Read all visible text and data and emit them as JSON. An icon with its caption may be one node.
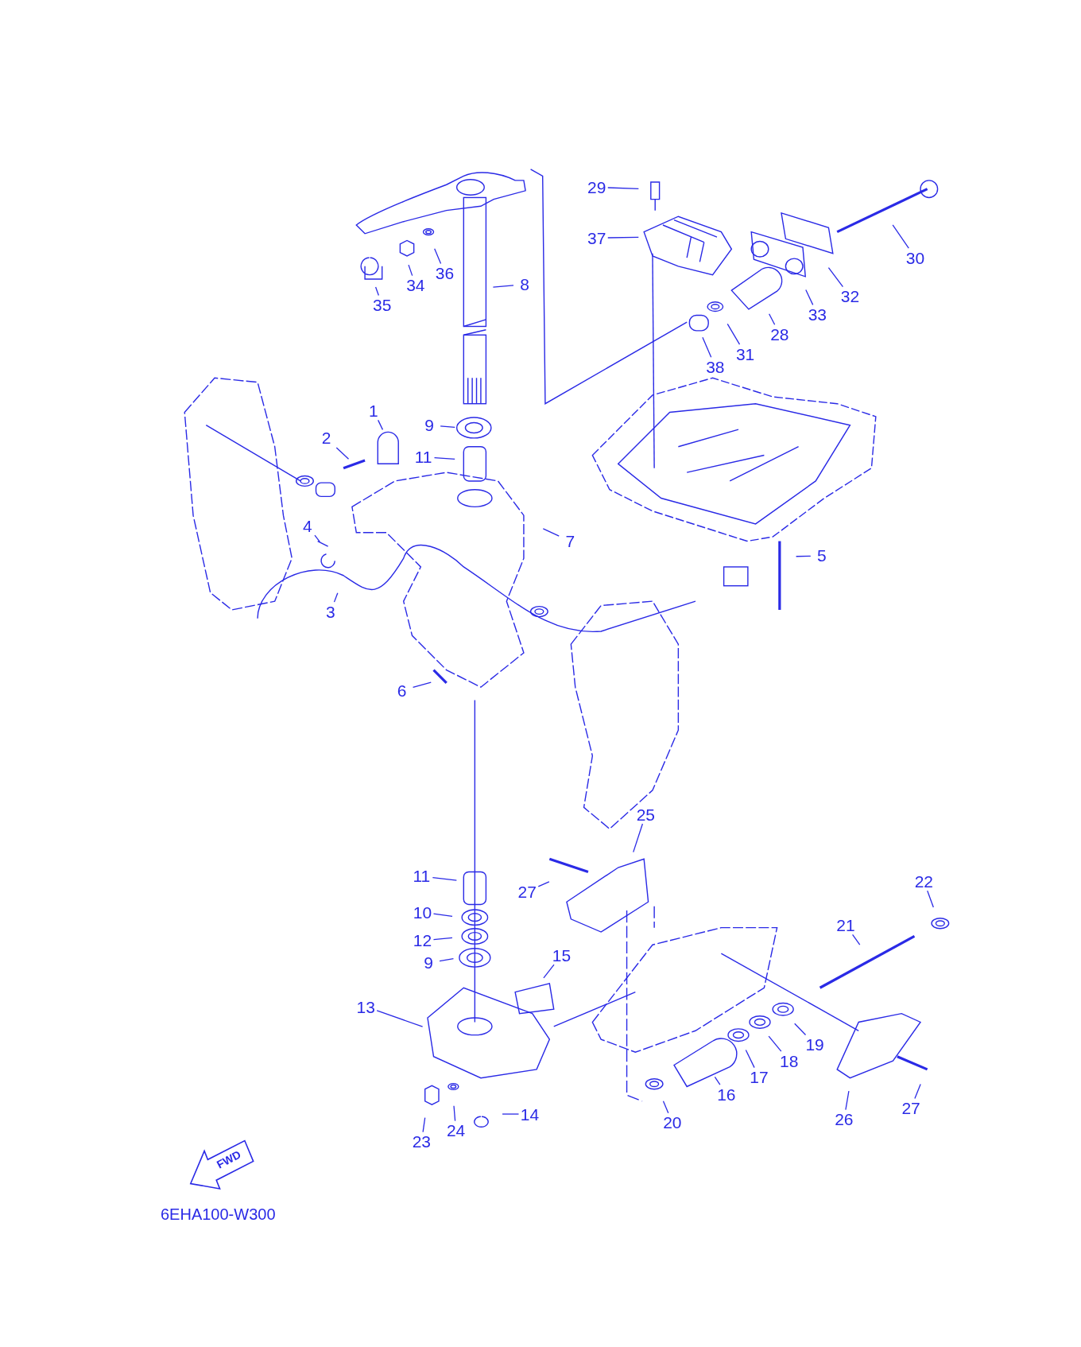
{
  "diagram": {
    "nodes": [
      {
        "text": [
          "29"
        ]
      },
      {
        "text": [
          "37"
        ]
      },
      {
        "text": [
          "30"
        ]
      },
      {
        "text": [
          "8"
        ]
      },
      {
        "text": [
          "36"
        ]
      },
      {
        "text": [
          "34"
        ]
      },
      {
        "text": [
          "32"
        ]
      },
      {
        "text": [
          "35"
        ]
      },
      {
        "text": [
          "33"
        ]
      },
      {
        "text": [
          "28"
        ]
      },
      {
        "text": [
          "31"
        ]
      },
      {
        "text": [
          "38"
        ]
      },
      {
        "text": [
          "1"
        ]
      },
      {
        "text": [
          "9"
        ]
      },
      {
        "text": [
          "2"
        ]
      },
      {
        "text": [
          "11"
        ]
      },
      {
        "text": [
          "4"
        ]
      },
      {
        "text": [
          "7"
        ]
      },
      {
        "text": [
          "5"
        ]
      },
      {
        "text": [
          "3"
        ]
      },
      {
        "text": [
          "6"
        ]
      },
      {
        "text": [
          "25"
        ]
      },
      {
        "text": [
          "11"
        ]
      },
      {
        "text": [
          "27"
        ]
      },
      {
        "text": [
          "22"
        ]
      },
      {
        "text": [
          "10"
        ]
      },
      {
        "text": [
          "21"
        ]
      },
      {
        "text": [
          "12"
        ]
      },
      {
        "text": [
          "15"
        ]
      },
      {
        "text": [
          "9"
        ]
      },
      {
        "text": [
          "13"
        ]
      },
      {
        "text": [
          "19"
        ]
      },
      {
        "text": [
          "18"
        ]
      },
      {
        "text": [
          "17"
        ]
      },
      {
        "text": [
          "16"
        ]
      },
      {
        "text": [
          "26"
        ]
      },
      {
        "text": [
          "27"
        ]
      },
      {
        "text": [
          "14"
        ]
      },
      {
        "text": [
          "20"
        ]
      },
      {
        "text": [
          "24"
        ]
      },
      {
        "text": [
          "23"
        ]
      }
    ],
    "edges": [
      {
        "from": 0,
        "to": null,
        "arrow": "none"
      },
      {
        "from": 1,
        "to": null,
        "arrow": "none"
      },
      {
        "from": 2,
        "to": null,
        "arrow": "none"
      },
      {
        "from": 3,
        "to": null,
        "arrow": "none"
      },
      {
        "from": 4,
        "to": null,
        "arrow": "none"
      },
      {
        "from": 5,
        "to": null,
        "arrow": "none"
      },
      {
        "from": 6,
        "to": null,
        "arrow": "none"
      },
      {
        "from": 7,
        "to": null,
        "arrow": "none"
      },
      {
        "from": 8,
        "to": null,
        "arrow": "none"
      },
      {
        "from": 9,
        "to": null,
        "arrow": "none"
      },
      {
        "from": 10,
        "to": null,
        "arrow": "none"
      },
      {
        "from": 11,
        "to": null,
        "arrow": "none"
      },
      {
        "from": 12,
        "to": null,
        "arrow": "none"
      },
      {
        "from": 13,
        "to": null,
        "arrow": "none"
      },
      {
        "from": 14,
        "to": null,
        "arrow": "none"
      },
      {
        "from": 15,
        "to": null,
        "arrow": "none"
      },
      {
        "from": 16,
        "to": null,
        "arrow": "none"
      },
      {
        "from": 17,
        "to": null,
        "arrow": "none"
      },
      {
        "from": 18,
        "to": null,
        "arrow": "none"
      },
      {
        "from": 19,
        "to": null,
        "arrow": "none"
      },
      {
        "from": 20,
        "to": null,
        "arrow": "none"
      },
      {
        "from": 21,
        "to": null,
        "arrow": "none"
      },
      {
        "from": 22,
        "to": null,
        "arrow": "none"
      },
      {
        "from": 23,
        "to": null,
        "arrow": "none"
      },
      {
        "from": 24,
        "to": null,
        "arrow": "none"
      },
      {
        "from": 25,
        "to": null,
        "arrow": "none"
      },
      {
        "from": 26,
        "to": null,
        "arrow": "none"
      },
      {
        "from": 27,
        "to": null,
        "arrow": "none"
      },
      {
        "from": 28,
        "to": null,
        "arrow": "none"
      },
      {
        "from": 29,
        "to": null,
        "arrow": "none"
      },
      {
        "from": 30,
        "to": null,
        "arrow": "none"
      },
      {
        "from": 31,
        "to": null,
        "arrow": "none"
      },
      {
        "from": 32,
        "to": null,
        "arrow": "none"
      },
      {
        "from": 33,
        "to": null,
        "arrow": "none"
      },
      {
        "from": 34,
        "to": null,
        "arrow": "none"
      },
      {
        "from": 35,
        "to": null,
        "arrow": "none"
      },
      {
        "from": 36,
        "to": null,
        "arrow": "none"
      },
      {
        "from": 37,
        "to": null,
        "arrow": "none"
      },
      {
        "from": 38,
        "to": null,
        "arrow": "none"
      },
      {
        "from": 39,
        "to": null,
        "arrow": "none"
      },
      {
        "from": 40,
        "to": null,
        "arrow": "none"
      }
    ],
    "labels": [
      "FWD",
      "6EHA100-W300"
    ]
  }
}
